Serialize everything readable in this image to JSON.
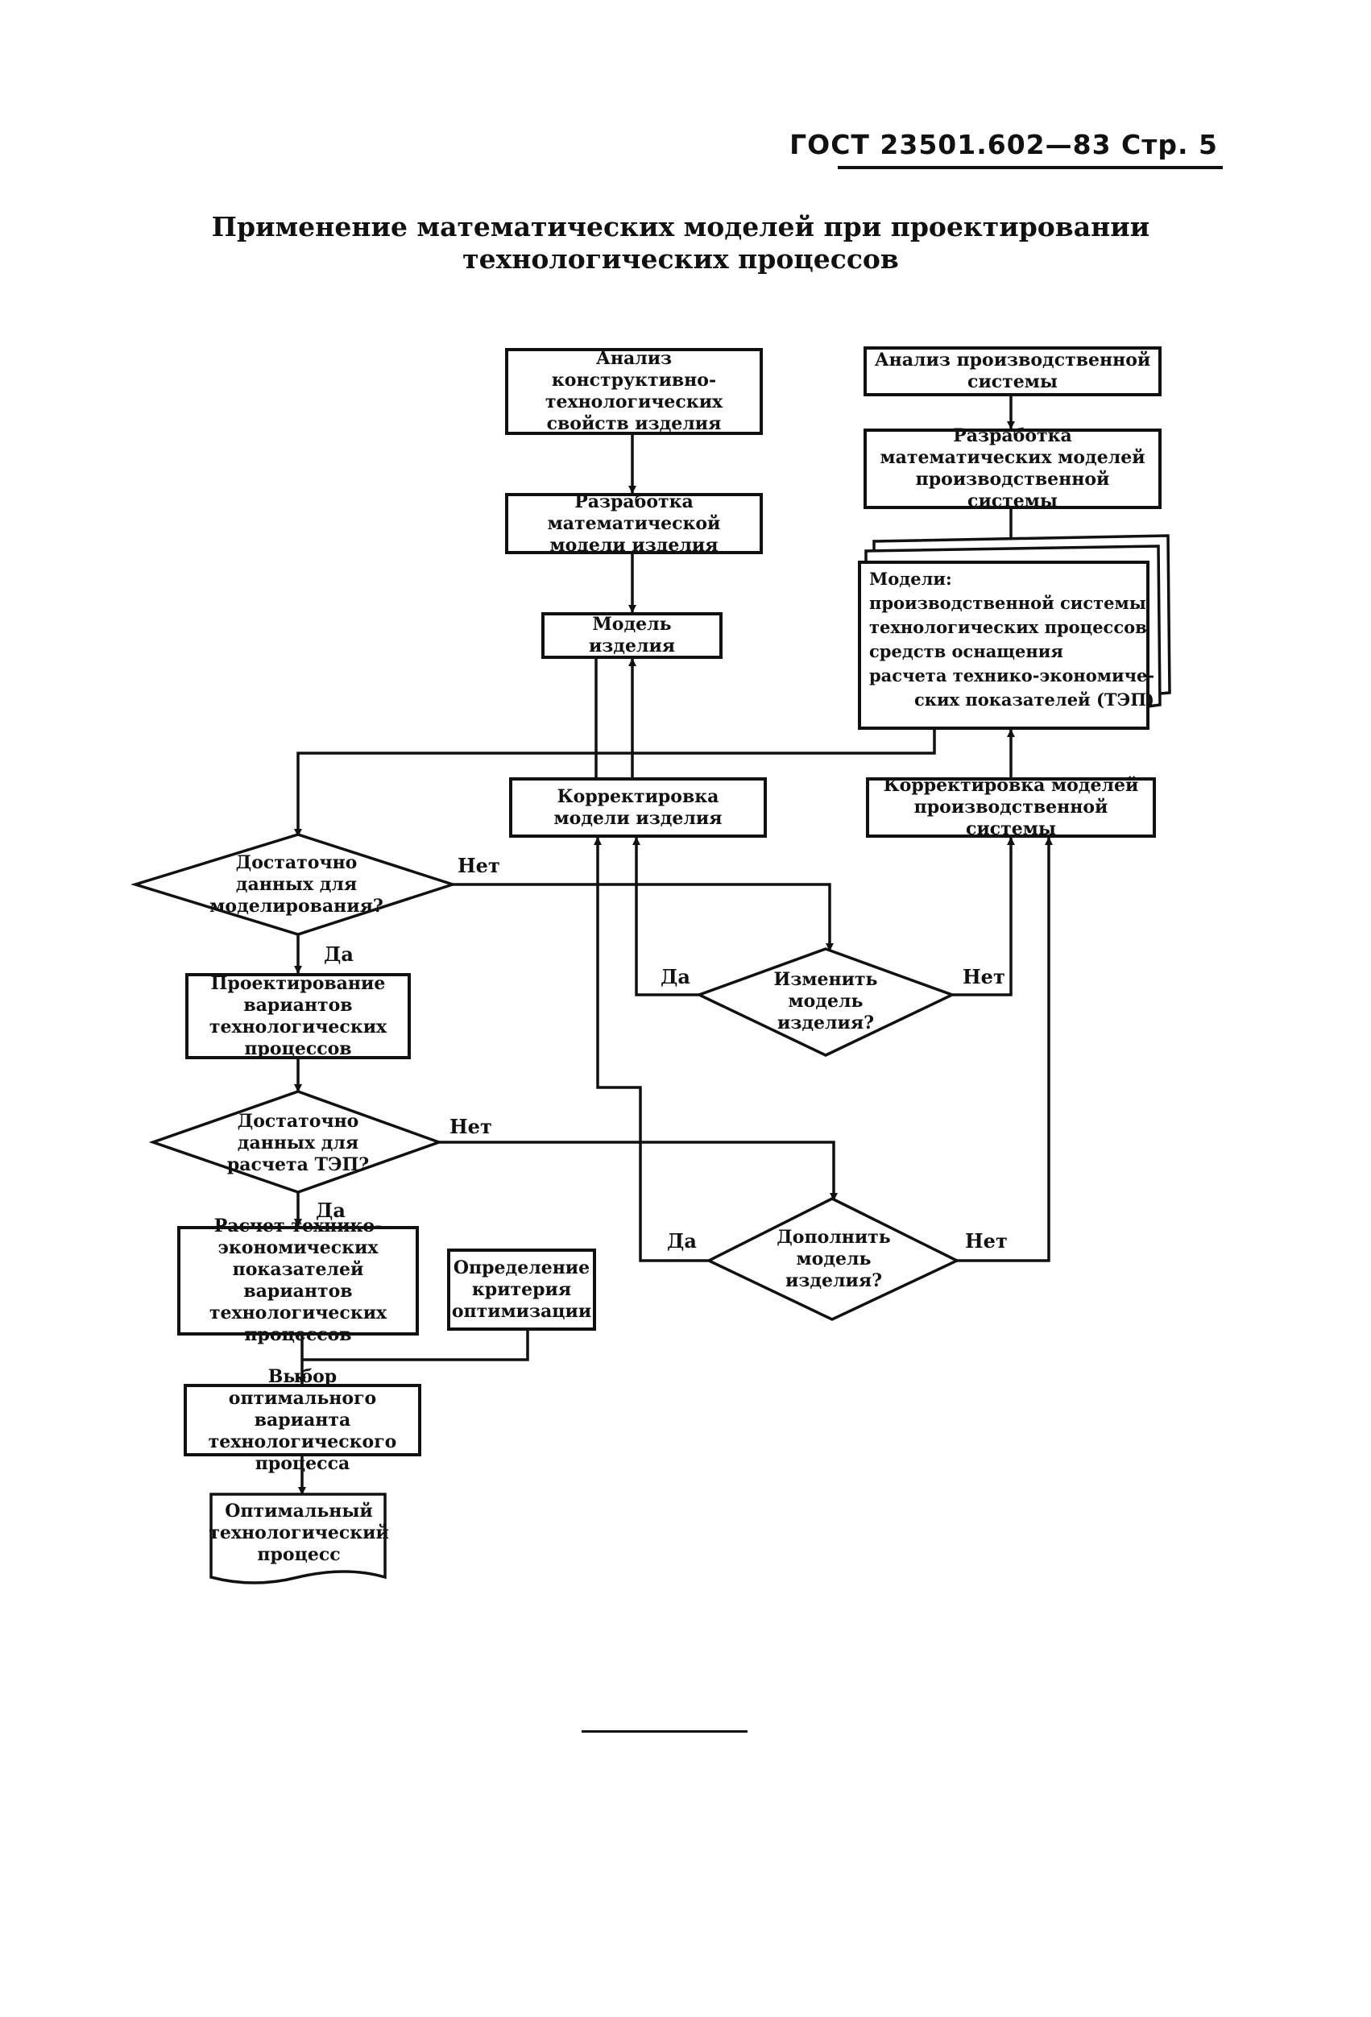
{
  "header": {
    "code": "ГОСТ 23501.602—83 Стр. 5"
  },
  "title": "Применение математических моделей при проектировании технологических процессов",
  "nodes": {
    "analysis_product": "Анализ конструктивно-технологических свойств изделия",
    "dev_product_model": "Разработка математической модели изделия",
    "product_model": "Модель изделия",
    "analysis_system": "Анализ производственной системы",
    "dev_system_models": "Разработка математических моделей производственной системы",
    "models_title": "Модели:",
    "models_items": [
      "производственной системы",
      "технологических процессов",
      "средств оснащения",
      "расчета технико-экономиче-",
      "ских показателей (ТЭП)"
    ],
    "correct_product_model": "Корректировка модели изделия",
    "correct_system_models": "Корректировка моделей производственной системы",
    "decision_enough_modeling": "Достаточно данных для моделирования?",
    "decision_change_model": "Изменить модель изделия?",
    "design_variants": "Проектирование вариантов технологических процессов",
    "decision_enough_tep": "Достаточно данных для расчета ТЭП?",
    "decision_extend_model": "Дополнить модель изделия?",
    "calc_tep": "Расчет технико-экономических показателей вариантов технологических процессов",
    "criterion": "Определение критерия оптимизации",
    "select_optimal": "Выбор оптимального варианта технологического процесса",
    "result": "Оптимальный технологический процесс"
  },
  "labels": {
    "yes": "Да",
    "no": "Нет"
  }
}
